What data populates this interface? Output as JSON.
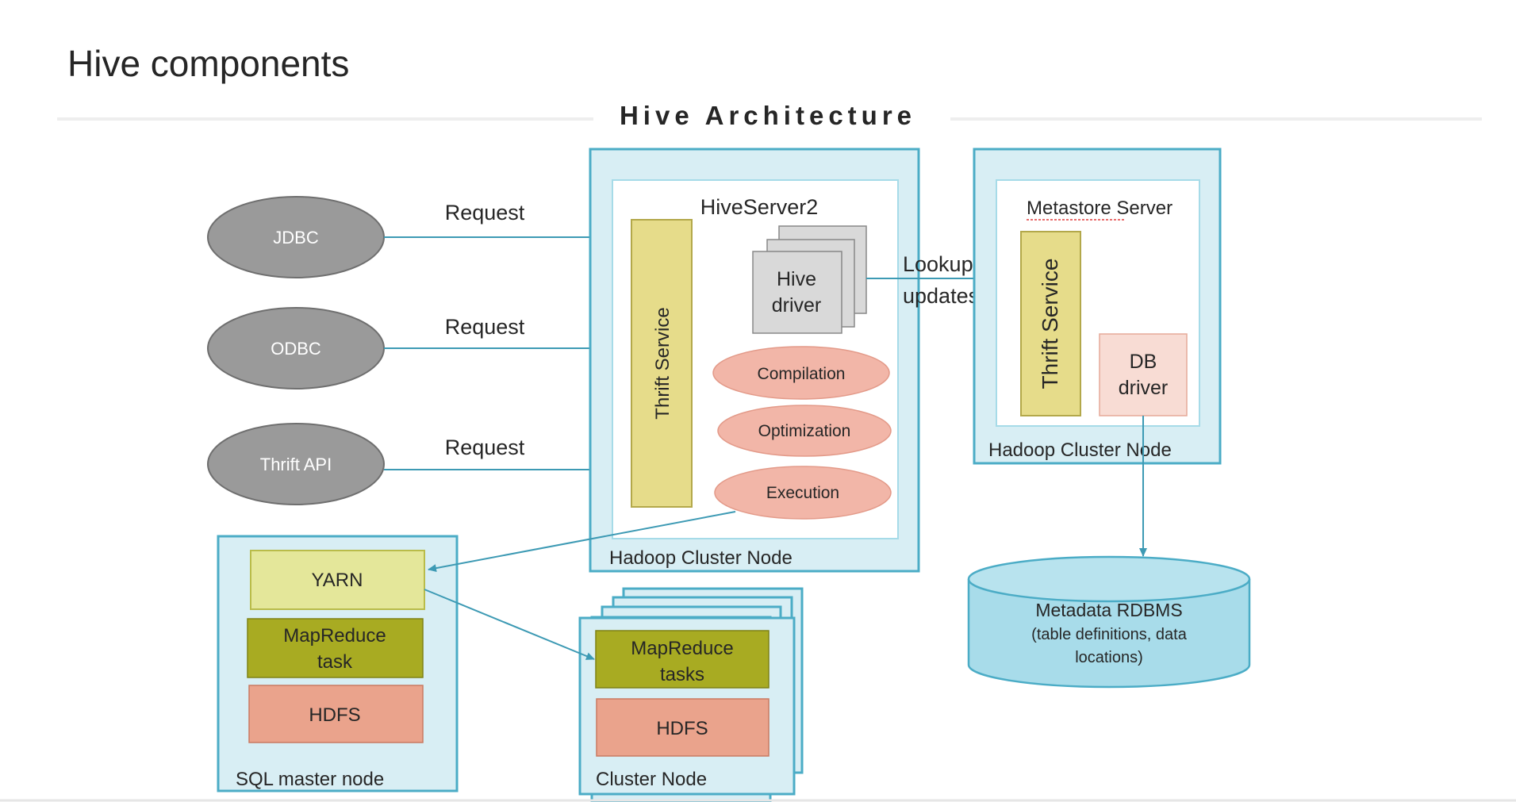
{
  "slide": {
    "title": "Hive components",
    "heading": "Hive Architecture"
  },
  "clients": [
    {
      "label": "JDBC",
      "request": "Request"
    },
    {
      "label": "ODBC",
      "request": "Request"
    },
    {
      "label": "Thrift API",
      "request": "Request"
    }
  ],
  "hiveserver": {
    "title": "HiveServer2",
    "thrift": "Thrift Service",
    "driver_line1": "Hive",
    "driver_line2": "driver",
    "stages": [
      "Compilation",
      "Optimization",
      "Execution"
    ],
    "node": "Hadoop Cluster Node"
  },
  "lookup": {
    "line1": "Lookups",
    "line2": "updates"
  },
  "metastore": {
    "title": "Metastore Server",
    "thrift": "Thrift Service",
    "db_line1": "DB",
    "db_line2": "driver",
    "node": "Hadoop Cluster Node"
  },
  "rdbms": {
    "line1": "Metadata RDBMS",
    "line2": "(table definitions, data",
    "line3": "locations)"
  },
  "master": {
    "yarn": "YARN",
    "mr_line1": "MapReduce",
    "mr_line2": "task",
    "hdfs": "HDFS",
    "node": "SQL master node"
  },
  "cluster": {
    "mr_line1": "MapReduce",
    "mr_line2": "tasks",
    "hdfs": "HDFS",
    "node": "Cluster Node"
  },
  "colors": {
    "client_fill": "#9a9a9a",
    "node_border": "#4bacc6",
    "node_fill": "#d8eef4",
    "thrift_fill": "#e6dc8a",
    "stage_fill": "#f2b6a8",
    "yarn_fill": "#e4e79a",
    "mapreduce_fill": "#a8ab22",
    "hdfs_fill": "#eaa38c",
    "db_driver_fill": "#f8dcd4",
    "rdbms_fill": "#a8dcea",
    "arrow": "#3d9ab4"
  }
}
